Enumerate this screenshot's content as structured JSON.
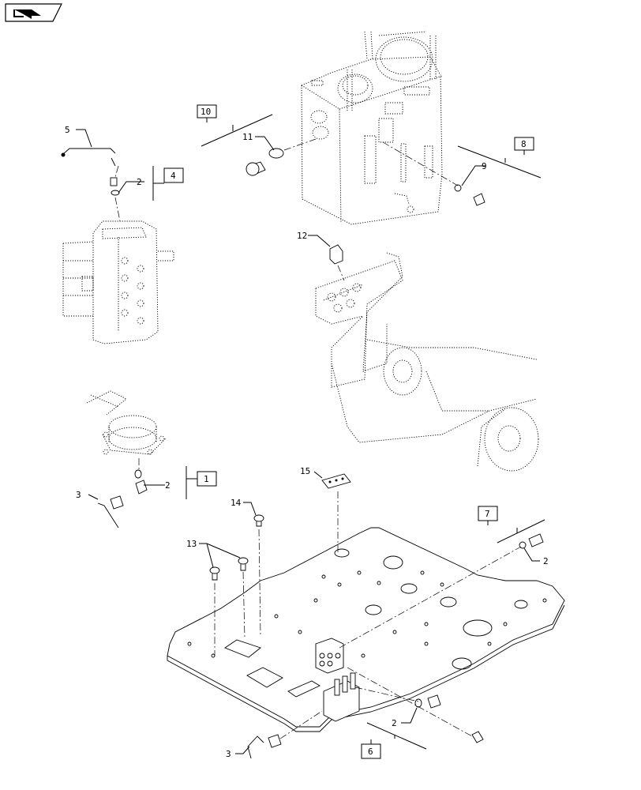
{
  "nav": {
    "icon": "return-arrow-icon"
  },
  "callouts": {
    "c1": "1",
    "c2a": "2",
    "c2b": "2",
    "c2c": "2",
    "c2d": "2",
    "c3a": "3",
    "c3b": "3",
    "c4": "4",
    "c5": "5",
    "c6": "6",
    "c7": "7",
    "c8": "8",
    "c9": "9",
    "c10": "10",
    "c11": "11",
    "c12": "12",
    "c13": "13",
    "c14": "14",
    "c15": "15"
  }
}
